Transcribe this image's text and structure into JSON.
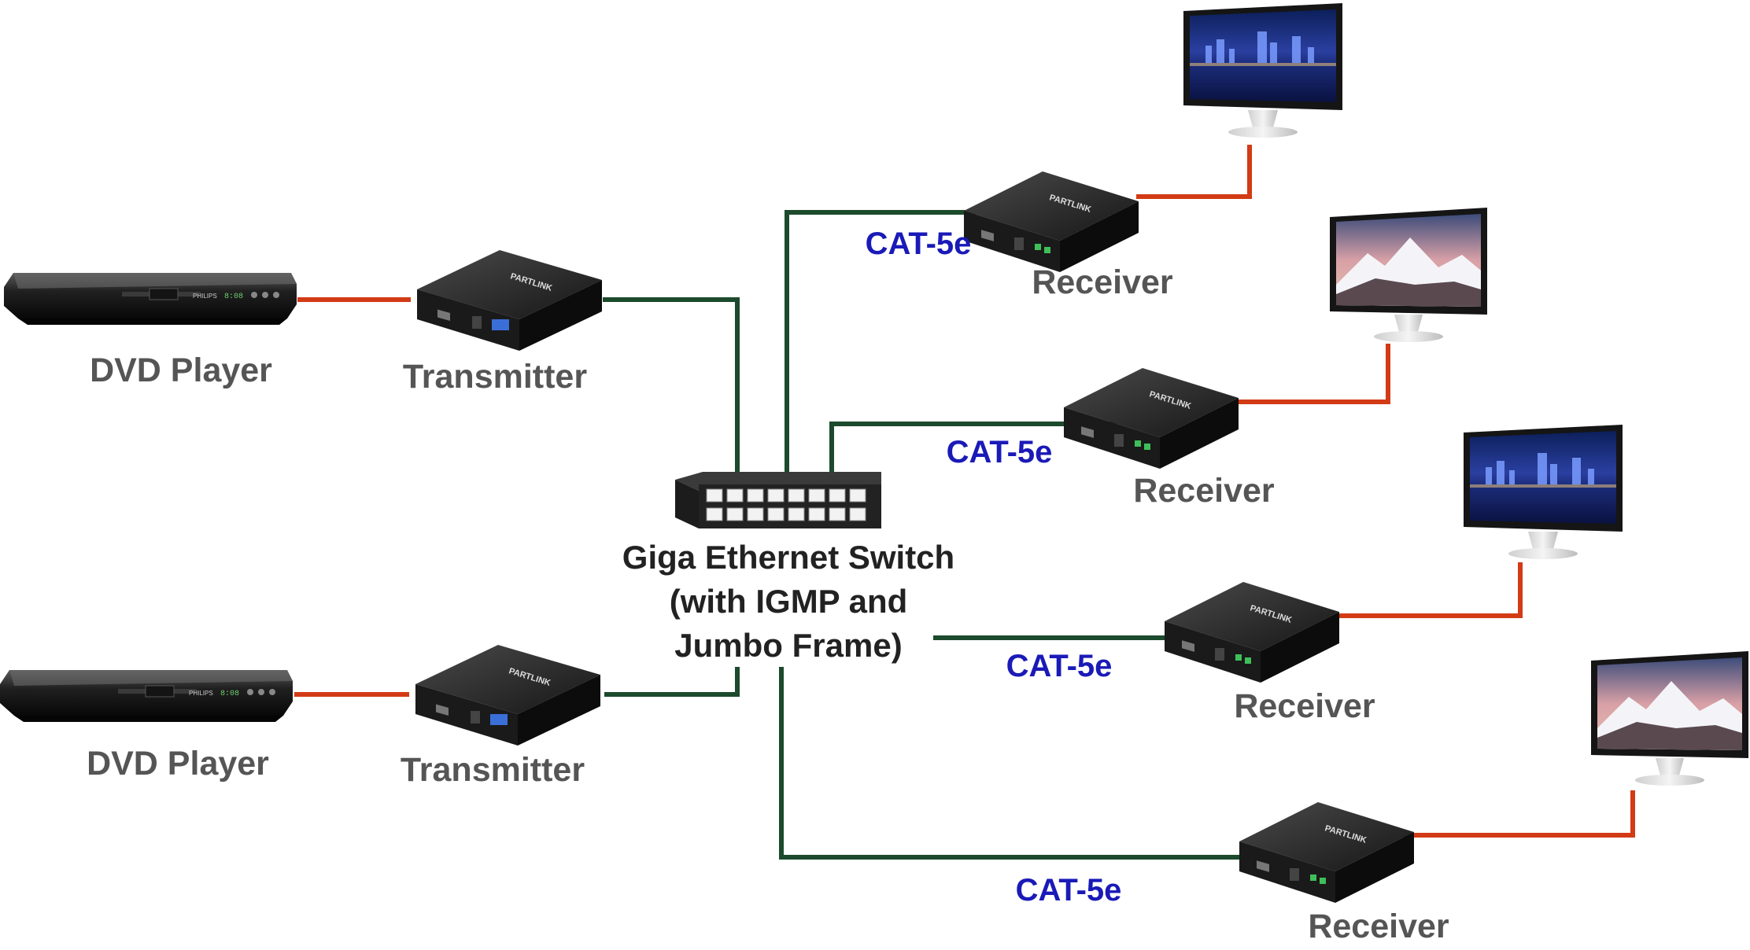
{
  "colors": {
    "ethernet_wire": "#1c4a2c",
    "av_wire": "#d23b16",
    "cable_label": "#1a1ab8",
    "device_label": "#555555",
    "switch_label": "#222222"
  },
  "sources": [
    {
      "label": "DVD Player",
      "brand": "PHILIPS",
      "icon": "dvd-player-icon"
    },
    {
      "label": "DVD Player",
      "brand": "PHILIPS",
      "icon": "dvd-player-icon"
    }
  ],
  "transmitters": [
    {
      "label": "Transmitter",
      "brand": "PARTLINK",
      "icon": "extender-box-icon"
    },
    {
      "label": "Transmitter",
      "brand": "PARTLINK",
      "icon": "extender-box-icon"
    }
  ],
  "switch": {
    "label_lines": [
      "Giga Ethernet Switch",
      "(with IGMP and",
      "Jumbo Frame)"
    ],
    "icon": "ethernet-switch-icon"
  },
  "receivers": [
    {
      "label": "Receiver",
      "cable": "CAT-5e",
      "brand": "PARTLINK",
      "icon": "extender-box-icon"
    },
    {
      "label": "Receiver",
      "cable": "CAT-5e",
      "brand": "PARTLINK",
      "icon": "extender-box-icon"
    },
    {
      "label": "Receiver",
      "cable": "CAT-5e",
      "brand": "PARTLINK",
      "icon": "extender-box-icon"
    },
    {
      "label": "Receiver",
      "cable": "CAT-5e",
      "brand": "PARTLINK",
      "icon": "extender-box-icon"
    }
  ],
  "displays": [
    {
      "screen": "city-skyline",
      "icon": "monitor-icon"
    },
    {
      "screen": "snowy-mountains",
      "icon": "monitor-icon"
    },
    {
      "screen": "city-skyline",
      "icon": "monitor-icon"
    },
    {
      "screen": "snowy-mountains",
      "icon": "monitor-icon"
    }
  ]
}
